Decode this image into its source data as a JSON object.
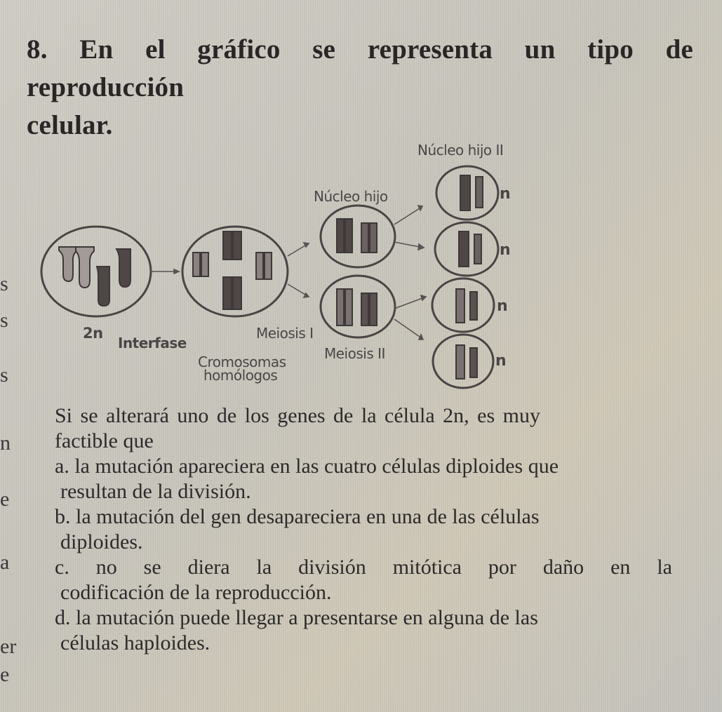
{
  "question": {
    "number": "8.",
    "title_line1": "8. En el gráfico se representa un tipo de reproducción",
    "title_line2": "celular."
  },
  "diagram": {
    "labels": {
      "daughter_nucleus_2": "Núcleo hijo II",
      "daughter_nucleus": "Núcleo hijo",
      "diploid": "2n",
      "interphase": "Interfase",
      "meiosis_1": "Meiosis I",
      "meiosis_2": "Meiosis II",
      "homologous_1": "Cromosomas",
      "homologous_2": "homólogos",
      "haploid": "n"
    },
    "stages": [
      {
        "name": "cell-2n",
        "chromosomes": 4
      },
      {
        "name": "cell-interfase",
        "chromosomes": 4,
        "duplicated": true
      },
      {
        "name": "nucleo-hijo-1",
        "chromosomes": 2,
        "duplicated": true
      },
      {
        "name": "nucleo-hijo-2",
        "chromosomes": 2,
        "duplicated": true
      },
      {
        "name": "nucleo-hijo-ii-1",
        "chromosomes": 2,
        "ploidy": "n"
      },
      {
        "name": "nucleo-hijo-ii-2",
        "chromosomes": 2,
        "ploidy": "n"
      },
      {
        "name": "nucleo-hijo-ii-3",
        "chromosomes": 2,
        "ploidy": "n"
      },
      {
        "name": "nucleo-hijo-ii-4",
        "chromosomes": 2,
        "ploidy": "n"
      }
    ]
  },
  "stem": {
    "line1": "Si se alterará uno de los genes de la célula 2n, es muy",
    "line2": "factible que"
  },
  "options": [
    {
      "letter": "a.",
      "line1": "a. la mutación apareciera en las cuatro células diploides que",
      "line2": "resultan de la división."
    },
    {
      "letter": "b.",
      "line1": "b. la mutación del gen desapareciera en una de las células",
      "line2": "diploides."
    },
    {
      "letter": "c.",
      "line1": "c. no se diera la división mitótica por daño en la",
      "line2": "codificación de la reproducción."
    },
    {
      "letter": "d.",
      "line1": "d. la mutación puede llegar a presentarse en alguna de las",
      "line2": "células haploides."
    }
  ],
  "margin_fragments": [
    "s",
    "s",
    "s",
    "n",
    "e",
    "a",
    "er",
    "e"
  ],
  "colors": {
    "paper": "#c9c6bd",
    "ink": "#2c2a2a",
    "chromosome_dark": "#4e4746",
    "chromosome_light": "#7a7270"
  }
}
